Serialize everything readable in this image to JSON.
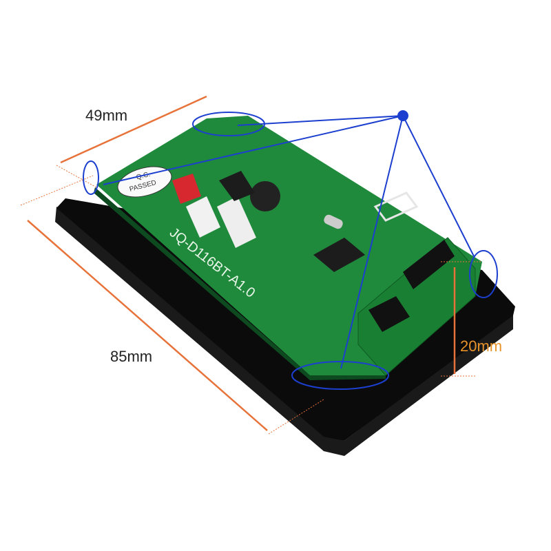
{
  "dimensions": {
    "width_label": "49mm",
    "length_label": "85mm",
    "height_label": "20mm"
  },
  "board": {
    "model": "JQ-D116BT-A1.0",
    "qc_line1": "Q.C.",
    "qc_line2": "PASSED"
  },
  "colors": {
    "pcb": "#1f8a3c",
    "plate": "#0d0d0d",
    "dimension_line": "#e8733a",
    "annotation": "#1c3fcf",
    "height_label": "#e8922a"
  }
}
